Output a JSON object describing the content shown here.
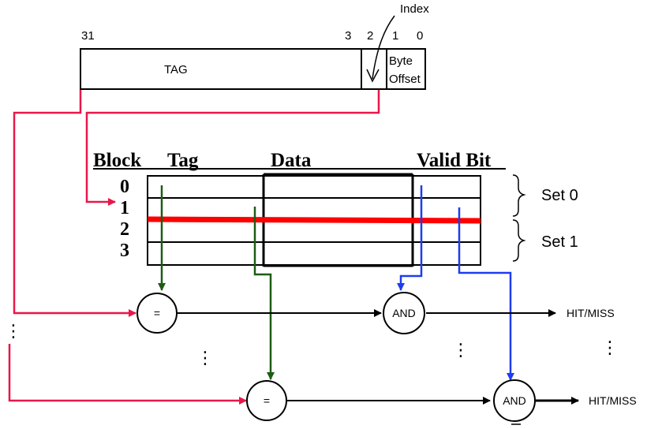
{
  "address": {
    "bit_positions": [
      "31",
      "3",
      "2",
      "1",
      "0"
    ],
    "tag_label": "TAG",
    "byte_offset_label": [
      "Byte",
      "Offset"
    ],
    "index_label": "Index"
  },
  "cache_table": {
    "headers": {
      "block": "Block",
      "tag": "Tag",
      "data": "Data",
      "valid": "Valid Bit"
    },
    "block_numbers": [
      "0",
      "1",
      "2",
      "3"
    ],
    "sets": [
      "Set 0",
      "Set 1"
    ]
  },
  "comparators": [
    {
      "symbol": "="
    },
    {
      "symbol": "="
    }
  ],
  "and_gates": [
    {
      "label": "AND",
      "output": "HIT/MISS"
    },
    {
      "label": "AND",
      "output": "HIT/MISS"
    }
  ],
  "ellipsis": "⋮",
  "colors": {
    "tag_path": "#e8174a",
    "tag_compare_path": "#1e5c14",
    "valid_path": "#1e3cf0",
    "highlight_row": "#ff0000",
    "outline": "#000000"
  }
}
